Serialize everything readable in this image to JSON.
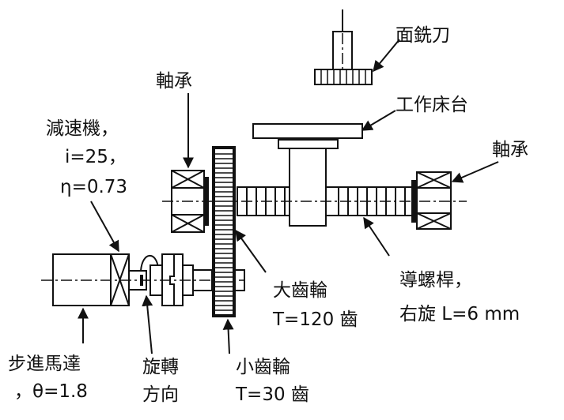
{
  "labels": {
    "face_mill": "面銑刀",
    "bearing_left": "軸承",
    "work_table": "工作床台",
    "bearing_right": "軸承",
    "reducer_line1": "減速機，",
    "reducer_line2": "i=25，",
    "reducer_line3": "η=0.73",
    "large_gear_line1": "大齒輪",
    "large_gear_line2": "T=120 齒",
    "lead_screw_line1": "導螺桿，",
    "lead_screw_line2": "右旋 L=6 mm",
    "stepper_line1": "步進馬達",
    "stepper_line2": "，θ=1.8",
    "rotation_line1": "旋轉",
    "rotation_line2": "方向",
    "small_gear_line1": "小齒輪",
    "small_gear_line2": "T=30 齒"
  }
}
